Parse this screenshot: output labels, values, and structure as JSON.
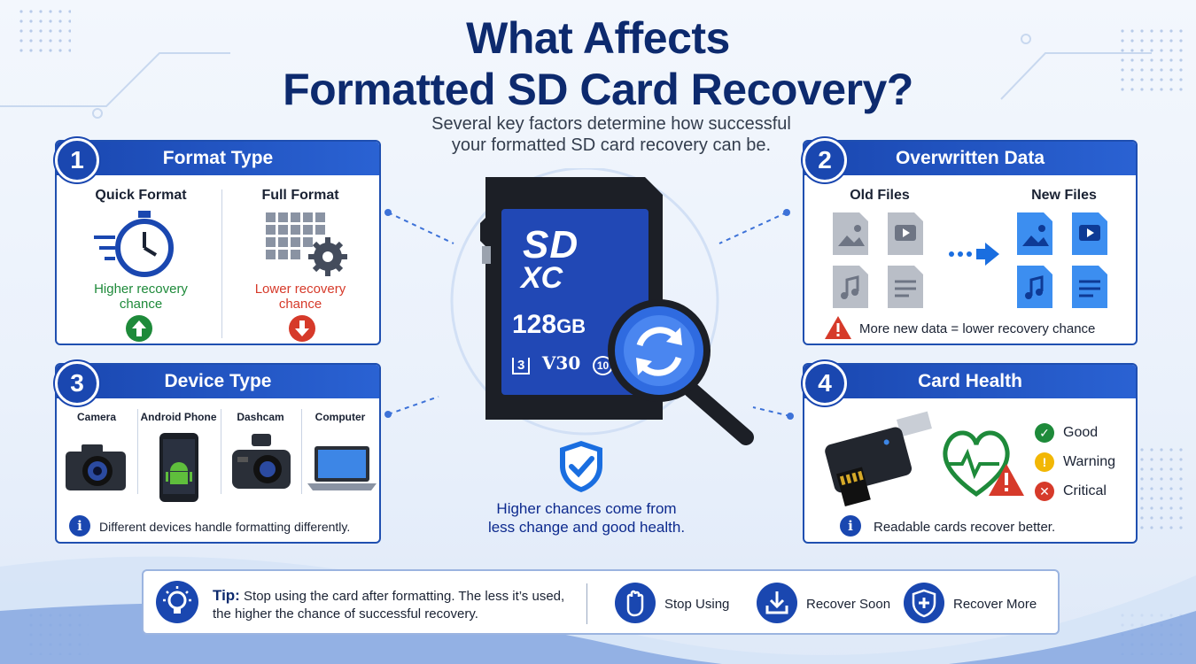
{
  "title_line1": "What Affects",
  "title_line2": "Formatted SD Card Recovery?",
  "subtitle_line1": "Several key factors determine how successful",
  "subtitle_line2": "your formatted SD card recovery can be.",
  "panels": {
    "format": {
      "number": "1",
      "title": "Format Type",
      "quick_label": "Quick Format",
      "full_label": "Full Format",
      "quick_note_1": "Higher recovery",
      "quick_note_2": "chance",
      "full_note_1": "Lower recovery",
      "full_note_2": "chance"
    },
    "overwritten": {
      "number": "2",
      "title": "Overwritten Data",
      "old_label": "Old Files",
      "new_label": "New Files",
      "note": "More new data = lower recovery chance"
    },
    "device": {
      "number": "3",
      "title": "Device Type",
      "devices": [
        "Camera",
        "Android Phone",
        "Dashcam",
        "Computer"
      ],
      "note": "Different devices handle formatting differently."
    },
    "health": {
      "number": "4",
      "title": "Card Health",
      "good": "Good",
      "warning": "Warning",
      "critical": "Critical",
      "note": "Readable cards recover better."
    }
  },
  "card": {
    "logo_top": "SD",
    "logo_bottom": "XC",
    "capacity_num": "128",
    "capacity_unit": "GB",
    "speed_u": "3",
    "speed_v": "V30",
    "speed_c": "10"
  },
  "center_note_1": "Higher chances come from",
  "center_note_2": "less change and good health.",
  "tip": {
    "label": "Tip:",
    "text_1": "Stop using the card after formatting. The less it’s used,",
    "text_2": "the higher the chance of successful recovery.",
    "actions": [
      "Stop Using",
      "Recover Soon",
      "Recover More"
    ]
  },
  "colors": {
    "primary": "#1a47b0",
    "dark_title": "#0d2a6e",
    "good": "#1e8a3a",
    "bad": "#d63a2a",
    "warning": "#f2b705"
  }
}
